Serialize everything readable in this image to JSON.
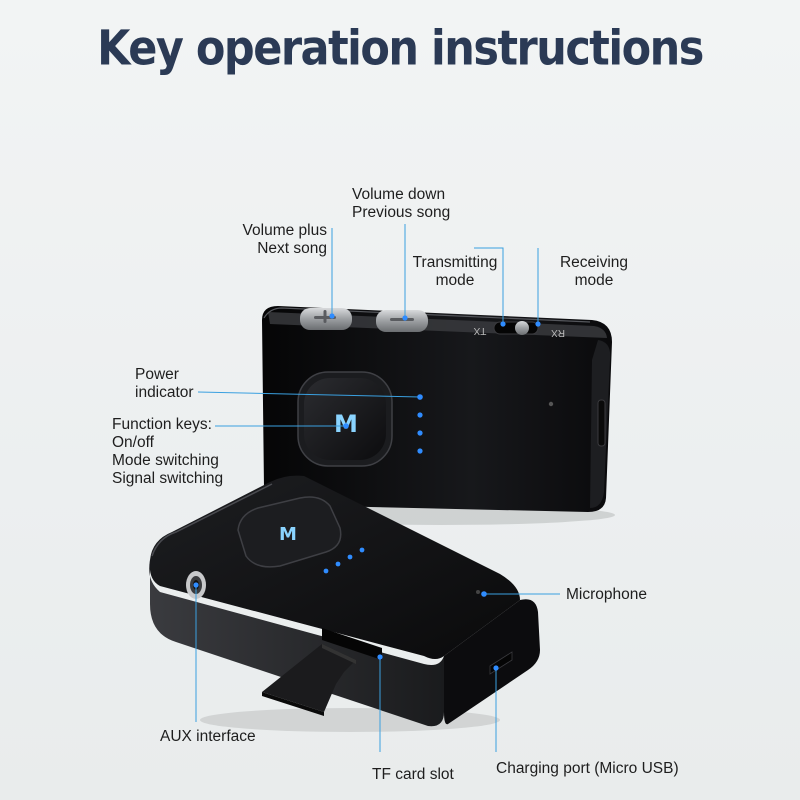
{
  "title": "Key operation instructions",
  "device": {
    "button_glyph": "M",
    "tx_label": "TX",
    "rx_label": "RX"
  },
  "labels": {
    "volume_plus": [
      "Volume plus",
      "Next song"
    ],
    "volume_down": [
      "Volume down",
      "Previous song"
    ],
    "transmitting_mode": [
      "Transmitting",
      "mode"
    ],
    "receiving_mode": [
      "Receiving",
      "mode"
    ],
    "power_indicator": [
      "Power",
      "indicator"
    ],
    "function_keys": [
      "Function keys:",
      "On/off",
      "Mode switching",
      "Signal switching"
    ],
    "microphone": "Microphone",
    "aux_interface": "AUX interface",
    "tf_card_slot": "TF card slot",
    "charging_port": "Charging port (Micro USB)"
  },
  "colors": {
    "title": "#2b3a55",
    "leader_line": "#3aa0e0",
    "led": "#2f8cff",
    "device_body": "#0e0e10"
  }
}
